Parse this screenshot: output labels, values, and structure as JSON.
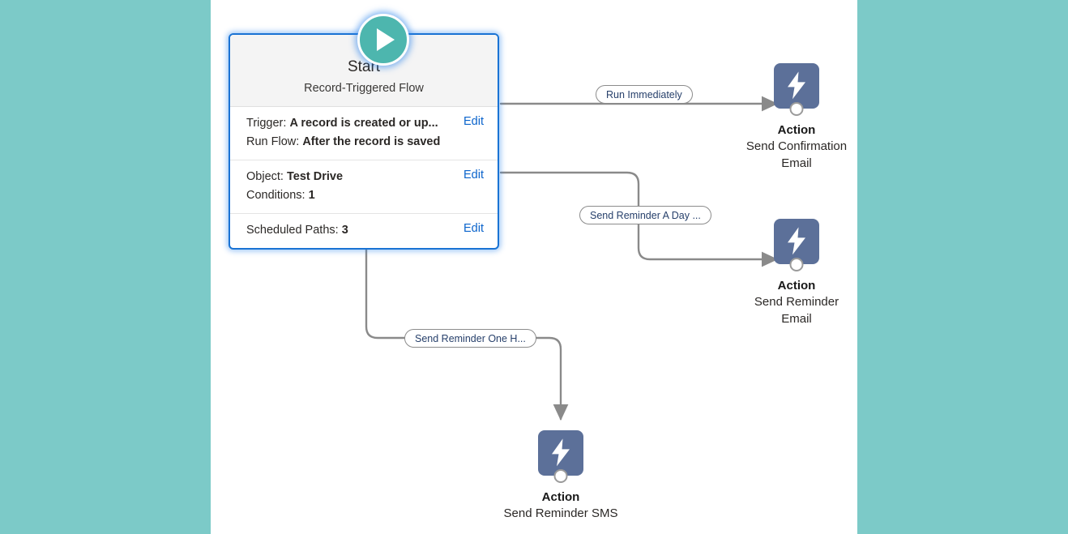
{
  "canvas": {
    "background": "#FFFFFF",
    "outer_background": "#7CCAC8"
  },
  "start_node": {
    "icon": "play-icon",
    "icon_color": "#4DB6AE",
    "title": "Start",
    "subtitle": "Record-Triggered Flow",
    "sections": [
      {
        "rows": [
          {
            "label": "Trigger:",
            "value": "A record is created or up..."
          },
          {
            "label": "Run Flow:",
            "value": "After the record is saved"
          }
        ],
        "edit_label": "Edit"
      },
      {
        "rows": [
          {
            "label": "Object:",
            "value": "Test Drive"
          },
          {
            "label": "Conditions:",
            "value": "1"
          }
        ],
        "edit_label": "Edit"
      },
      {
        "rows": [
          {
            "label": "Scheduled Paths:",
            "value": "3"
          }
        ],
        "edit_label": "Edit"
      }
    ]
  },
  "paths": [
    {
      "pill_label": "Run Immediately"
    },
    {
      "pill_label": "Send Reminder A Day ..."
    },
    {
      "pill_label": "Send Reminder One H..."
    }
  ],
  "actions": [
    {
      "kind": "Action",
      "label_line1": "Send Confirmation",
      "label_line2": "Email",
      "icon": "lightning-bolt-icon",
      "color": "#5C7099"
    },
    {
      "kind": "Action",
      "label_line1": "Send Reminder",
      "label_line2": "Email",
      "icon": "lightning-bolt-icon",
      "color": "#5C7099"
    },
    {
      "kind": "Action",
      "label_line1": "Send Reminder SMS",
      "label_line2": "",
      "icon": "lightning-bolt-icon",
      "color": "#5C7099"
    }
  ],
  "connector_color": "#8A8A8A"
}
